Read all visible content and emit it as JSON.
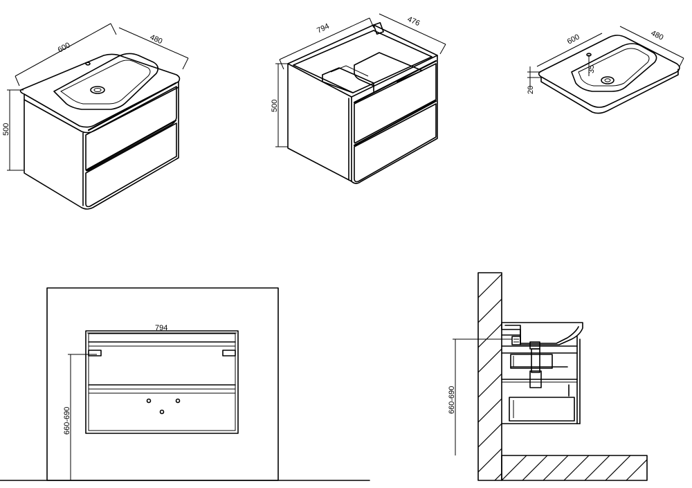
{
  "drawing": {
    "view1": {
      "width": "600",
      "depth": "480",
      "height": "500"
    },
    "view2": {
      "width": "794",
      "depth": "476",
      "height": "500"
    },
    "view3": {
      "width": "600",
      "depth": "480",
      "thickness": "20",
      "tap": "35"
    },
    "front": {
      "width": "794",
      "mount_height": "660-690"
    },
    "side": {
      "mount_height": "660-690"
    }
  }
}
